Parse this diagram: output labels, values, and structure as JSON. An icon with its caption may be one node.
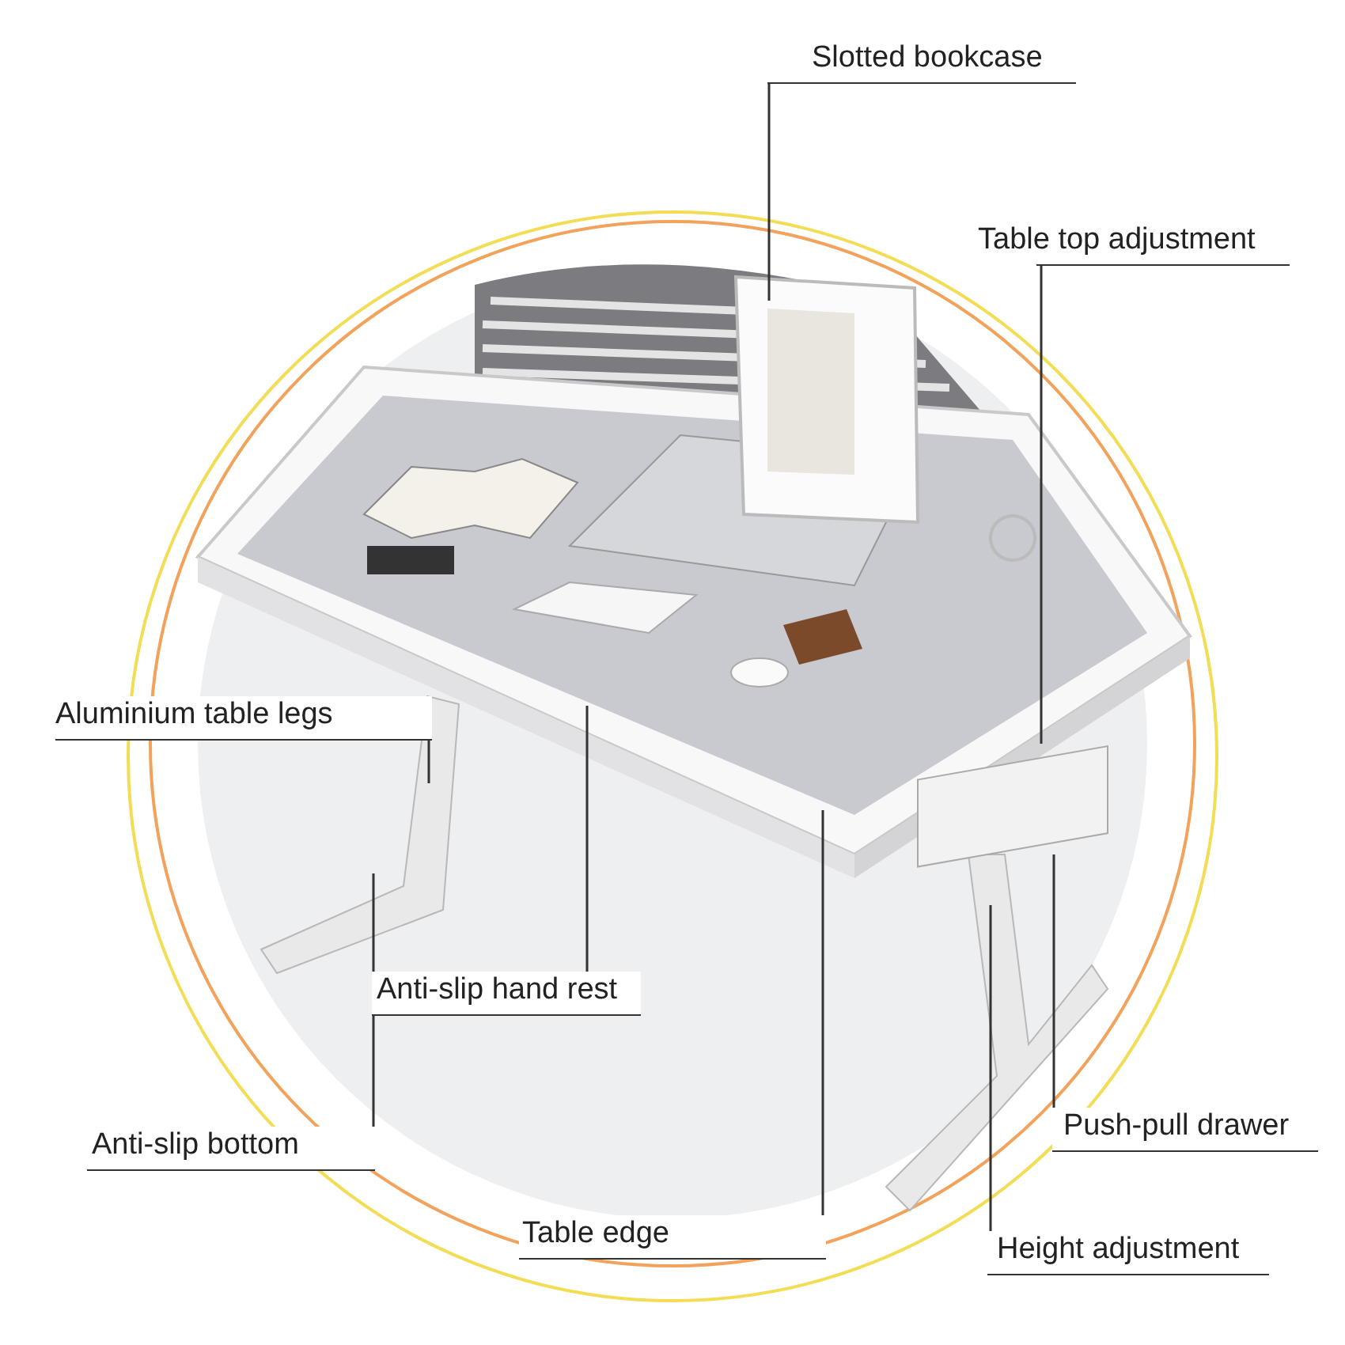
{
  "diagram": {
    "nodes": [
      {
        "text": [
          "Slotted bookcase"
        ]
      },
      {
        "text": [
          "Table top adjustment"
        ]
      },
      {
        "text": [
          "Aluminium table legs"
        ]
      },
      {
        "text": [
          "Anti-slip hand rest"
        ]
      },
      {
        "text": [
          "Push-pull drawer"
        ]
      },
      {
        "text": [
          "Anti-slip bottom"
        ]
      },
      {
        "text": [
          "Table edge"
        ]
      },
      {
        "text": [
          "Height adjustment"
        ]
      }
    ],
    "edges": [
      {
        "from": 0,
        "to": null,
        "arrow": "none"
      },
      {
        "from": 1,
        "to": null,
        "arrow": "none"
      },
      {
        "from": 2,
        "to": null,
        "arrow": "none"
      },
      {
        "from": 3,
        "to": null,
        "arrow": "none"
      },
      {
        "from": 4,
        "to": null,
        "arrow": "none"
      },
      {
        "from": 5,
        "to": null,
        "arrow": "none"
      },
      {
        "from": 6,
        "to": null,
        "arrow": "none"
      },
      {
        "from": 7,
        "to": null,
        "arrow": "none"
      }
    ]
  }
}
